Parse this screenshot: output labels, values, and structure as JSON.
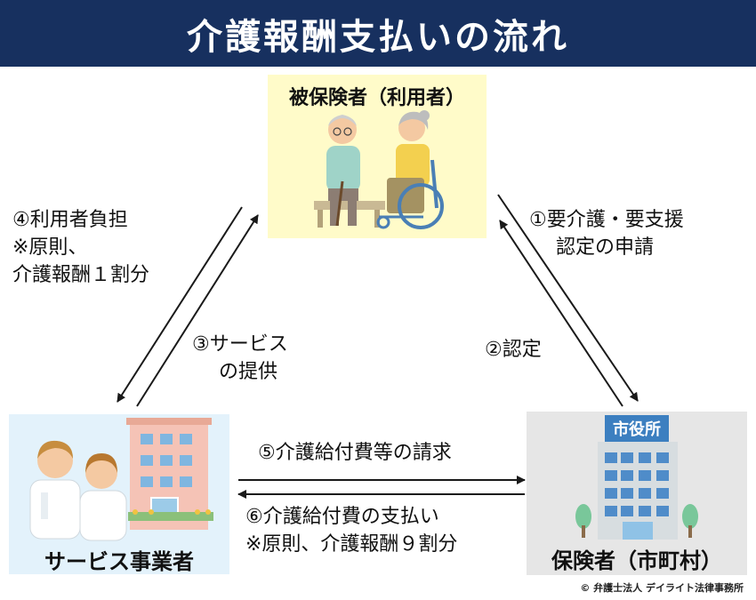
{
  "title": "介護報酬支払いの流れ",
  "parties": {
    "insured": "被保険者（利用者）",
    "provider": "サービス事業者",
    "insurer": "保険者（市町村）",
    "city_hall_sign": "市役所"
  },
  "flows": {
    "step1": [
      "①要介護・要支援",
      "認定の申請"
    ],
    "step2": "②認定",
    "step3": [
      "③サービス",
      "の提供"
    ],
    "step4": [
      "④利用者負担",
      "※原則、",
      "介護報酬１割分"
    ],
    "step5": "⑤介護給付費等の請求",
    "step6": [
      "⑥介護給付費の支払い",
      "※原則、介護報酬９割分"
    ]
  },
  "copyright": "© 弁護士法人 デイライト法律事務所",
  "colors": {
    "header_bg": "#17305f",
    "insured_bg": "#fffbc9",
    "provider_bg": "#e3f2fb",
    "insurer_bg": "#e6e6e6",
    "arrow": "#1a1a1a"
  }
}
